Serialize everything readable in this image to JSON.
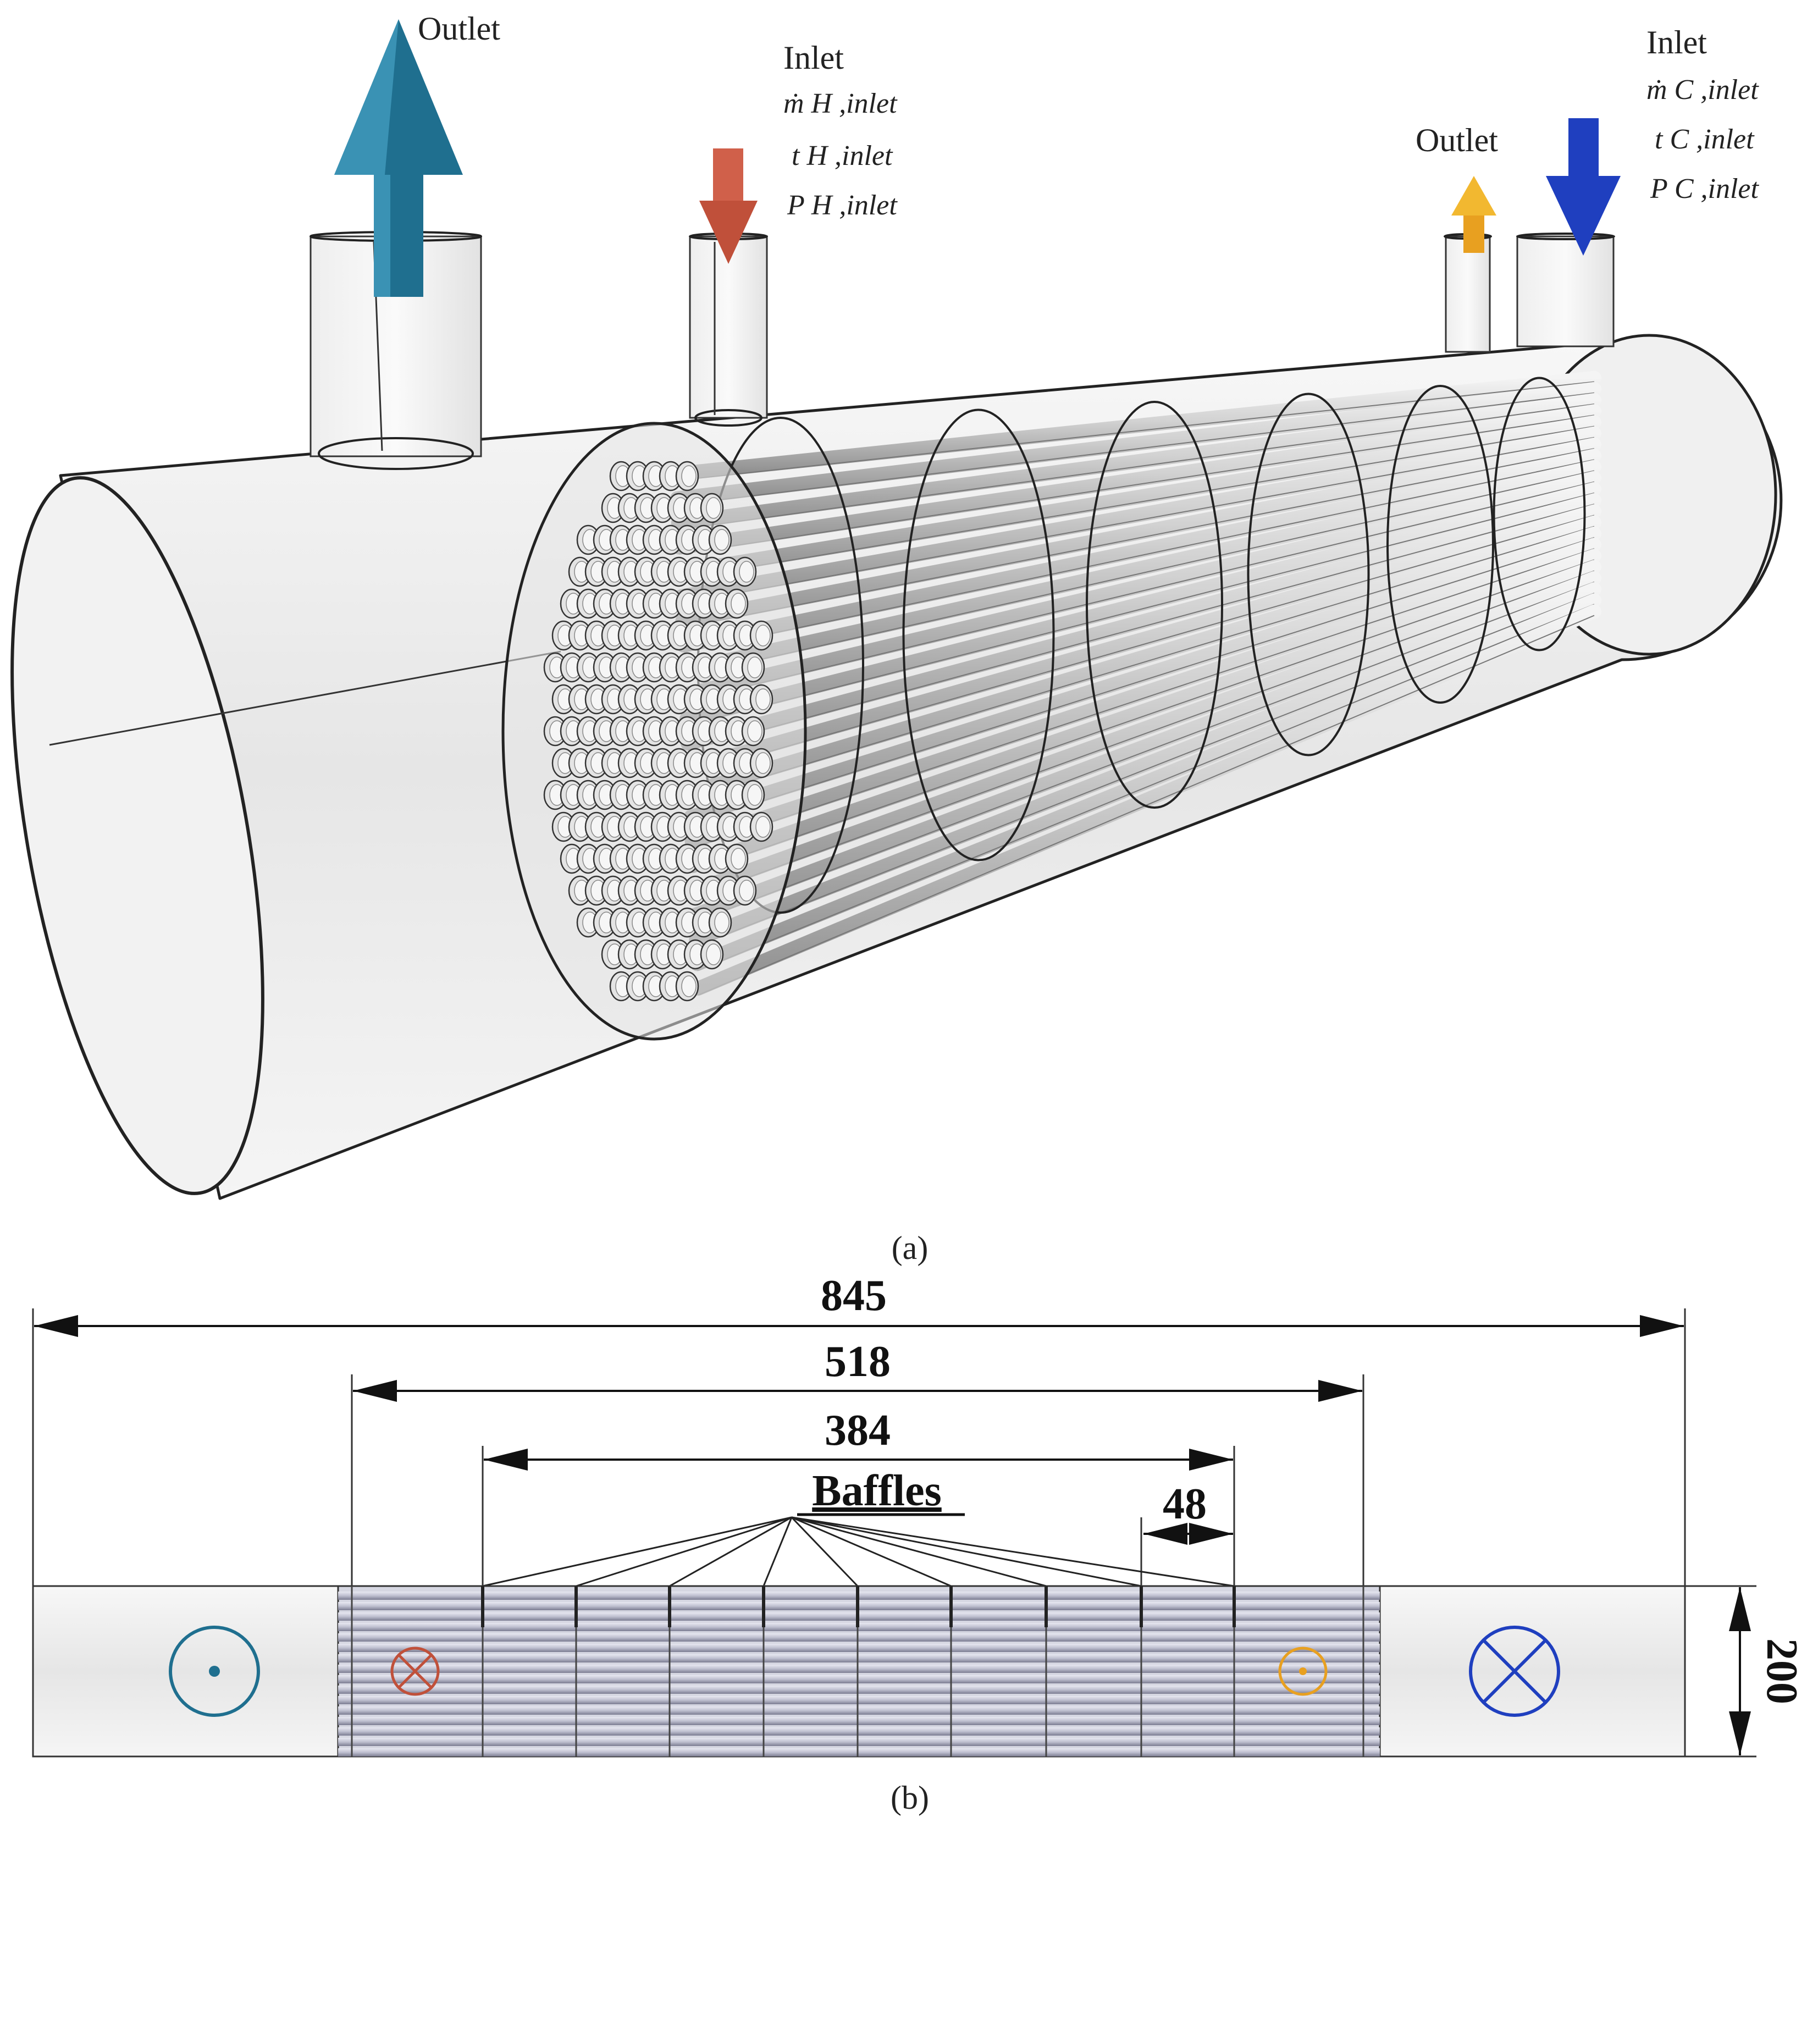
{
  "panel_a": {
    "caption": "(a)",
    "hot_outlet_label": "Outlet",
    "hot_inlet_label": "Inlet",
    "hot_inlet_params": [
      "ṁ H ,inlet",
      "t H ,inlet",
      "P H ,inlet"
    ],
    "cold_outlet_label": "Outlet",
    "cold_inlet_label": "Inlet",
    "cold_inlet_params": [
      "ṁ C ,inlet",
      "t C ,inlet",
      "P C ,inlet"
    ]
  },
  "panel_b": {
    "caption": "(b)",
    "dim_overall": "845",
    "dim_tube_length": "518",
    "dim_baffle_span": "384",
    "dim_baffle_spacing": "48",
    "dim_diameter": "200",
    "baffles_label": "Baffles"
  },
  "colors": {
    "hot_outlet": "#1f6f8f",
    "hot_inlet": "#c0503a",
    "cold_outlet": "#e8a020",
    "cold_inlet": "#1f3fbf"
  }
}
